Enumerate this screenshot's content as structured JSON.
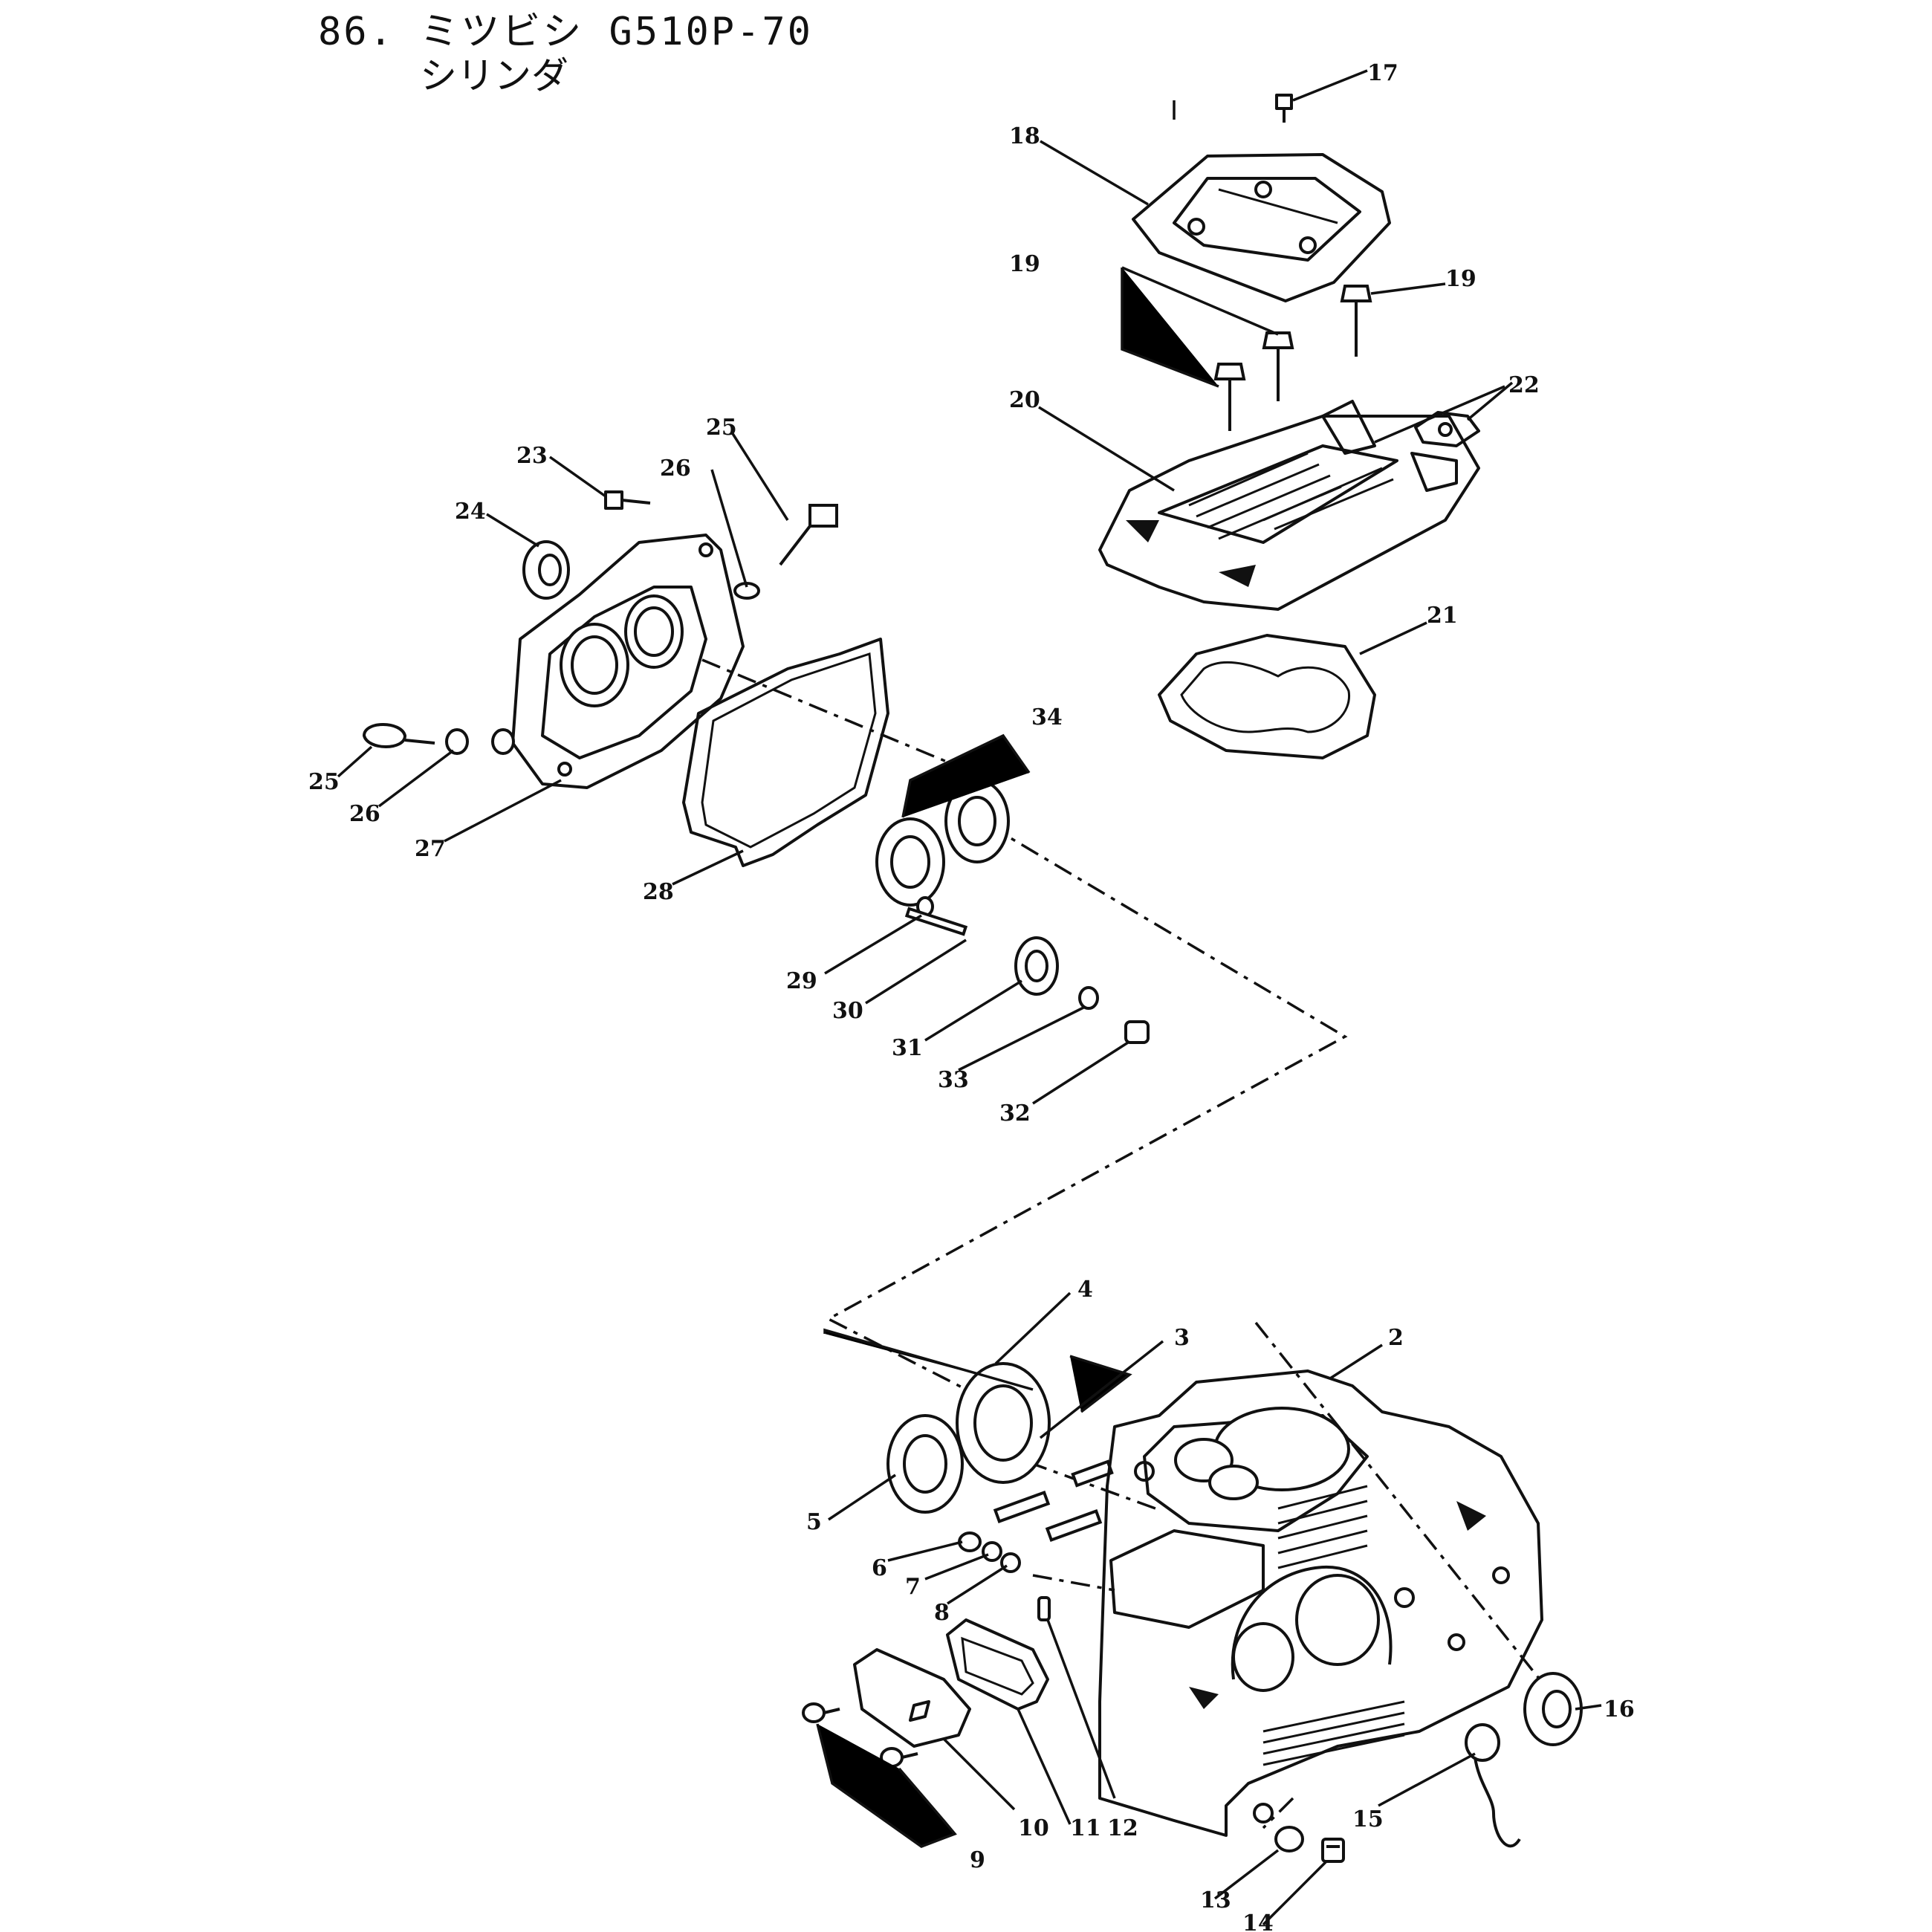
{
  "header": {
    "title": "86. ミツビシ G510P-70",
    "subtitle": "シリンダ"
  },
  "labels": {
    "n2": "2",
    "n3": "3",
    "n4": "4",
    "n5": "5",
    "n6": "6",
    "n7": "7",
    "n8": "8",
    "n9": "9",
    "n10": "10",
    "n11": "11",
    "n12": "12",
    "n13": "13",
    "n14": "14",
    "n15": "15",
    "n16": "16",
    "n17": "17",
    "n18": "18",
    "n19a": "19",
    "n19b": "19",
    "n20": "20",
    "n21": "21",
    "n22": "22",
    "n23": "23",
    "n24": "24",
    "n25a": "25",
    "n25b": "25",
    "n26a": "26",
    "n26b": "26",
    "n27": "27",
    "n28": "28",
    "n29": "29",
    "n30": "30",
    "n31": "31",
    "n32": "32",
    "n33": "33",
    "n34": "34"
  }
}
